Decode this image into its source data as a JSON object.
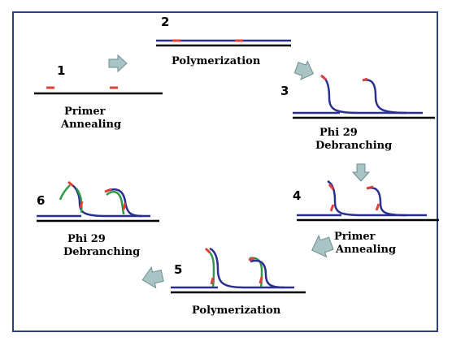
{
  "steps": [
    {
      "number": "1",
      "caption": [
        "Primer",
        "Annealing"
      ]
    },
    {
      "number": "2",
      "caption": [
        "Polymerization"
      ]
    },
    {
      "number": "3",
      "caption": [
        "Phi 29",
        "Debranching"
      ]
    },
    {
      "number": "4",
      "caption": [
        "Primer",
        "Annealing"
      ]
    },
    {
      "number": "5",
      "caption": [
        "Polymerization"
      ]
    },
    {
      "number": "6",
      "caption": [
        "Phi 29",
        "Debranching"
      ]
    }
  ],
  "colors": {
    "frame": "#2f3f86",
    "dna_template": "#000000",
    "new_strand": "#2b2f8f",
    "primer": "#e0403a",
    "green_strand": "#2e9a4a",
    "arrow_fill": "#a8c4c4",
    "arrow_stroke": "#6f8f93"
  },
  "icons": [
    "step-arrow-icon"
  ]
}
